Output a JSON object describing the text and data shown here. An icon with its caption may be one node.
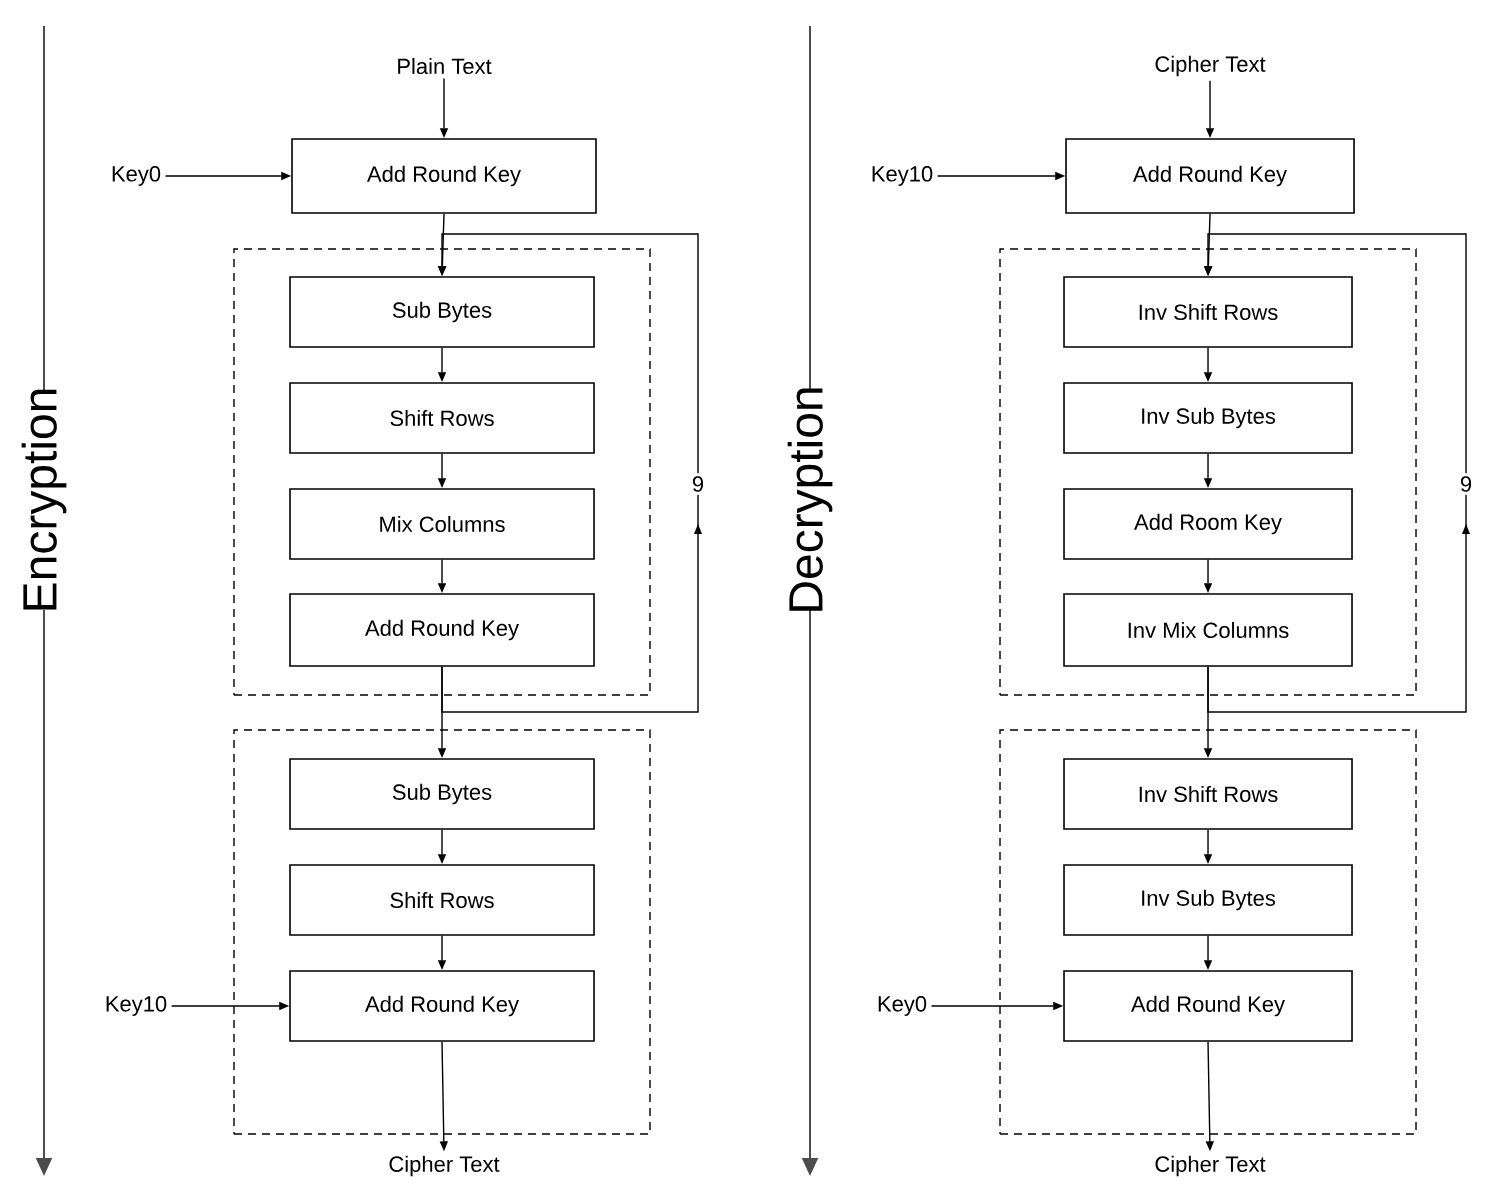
{
  "diagram": {
    "nodes": [
      {
        "text": [
          "Plain Text"
        ]
      },
      {
        "text": [
          "Key0"
        ]
      },
      {
        "text": [
          "Add Round Key"
        ]
      },
      {
        "text": [],
        "shape": "box"
      },
      {
        "text": [
          "Sub Bytes"
        ],
        "in": 3
      },
      {
        "text": [
          "Shift Rows"
        ],
        "in": 3
      },
      {
        "text": [
          "Mix Columns"
        ],
        "in": 3
      },
      {
        "text": [
          "Add Round Key"
        ],
        "in": 3
      },
      {
        "text": [],
        "shape": "box"
      },
      {
        "text": [
          "Sub Bytes"
        ],
        "in": 8
      },
      {
        "text": [
          "Shift Rows"
        ],
        "in": 8
      },
      {
        "text": [
          "Key10"
        ]
      },
      {
        "text": [
          "Add Round Key"
        ],
        "in": 8
      },
      {
        "text": [
          "Cipher Text"
        ]
      },
      {
        "text": [
          "Cipher Text"
        ]
      },
      {
        "text": [
          "Key10"
        ]
      },
      {
        "text": [
          "Add Round Key"
        ]
      },
      {
        "text": [],
        "shape": "box"
      },
      {
        "text": [
          "Inv Shift Rows"
        ],
        "in": 17
      },
      {
        "text": [
          "Inv Sub Bytes"
        ],
        "in": 17
      },
      {
        "text": [
          "Add Room Key"
        ],
        "in": 17
      },
      {
        "text": [
          "Inv Mix Columns"
        ],
        "in": 17
      },
      {
        "text": [],
        "shape": "box"
      },
      {
        "text": [
          "Inv Shift Rows"
        ],
        "in": 22
      },
      {
        "text": [
          "Inv Sub Bytes"
        ],
        "in": 22
      },
      {
        "text": [
          "Key0"
        ]
      },
      {
        "text": [
          "Add Round Key"
        ],
        "in": 22
      },
      {
        "text": [
          "Cipher Text"
        ]
      }
    ],
    "edges": [
      {
        "from": 0,
        "to": 2,
        "arrow": "to"
      },
      {
        "from": 1,
        "to": 2,
        "arrow": "to"
      },
      {
        "from": 2,
        "to": 4,
        "arrow": "to"
      },
      {
        "from": 4,
        "to": 5,
        "arrow": "to"
      },
      {
        "from": 5,
        "to": 6,
        "arrow": "to"
      },
      {
        "from": 6,
        "to": 7,
        "arrow": "to"
      },
      {
        "from": 7,
        "to": 9,
        "arrow": "to"
      },
      {
        "from": 7,
        "to": 4,
        "arrow": "to",
        "label": "9"
      },
      {
        "from": 9,
        "to": 10,
        "arrow": "to"
      },
      {
        "from": 10,
        "to": 12,
        "arrow": "to"
      },
      {
        "from": 11,
        "to": 12,
        "arrow": "to"
      },
      {
        "from": 12,
        "to": 13,
        "arrow": "to"
      },
      {
        "from": 14,
        "to": 16,
        "arrow": "to"
      },
      {
        "from": 15,
        "to": 16,
        "arrow": "to"
      },
      {
        "from": 16,
        "to": 18,
        "arrow": "to"
      },
      {
        "from": 18,
        "to": 19,
        "arrow": "to"
      },
      {
        "from": 19,
        "to": 20,
        "arrow": "to"
      },
      {
        "from": 20,
        "to": 21,
        "arrow": "to"
      },
      {
        "from": 21,
        "to": 23,
        "arrow": "to"
      },
      {
        "from": 21,
        "to": 18,
        "arrow": "to",
        "label": "9"
      },
      {
        "from": 23,
        "to": 24,
        "arrow": "to"
      },
      {
        "from": 24,
        "to": 26,
        "arrow": "to"
      },
      {
        "from": 25,
        "to": 26,
        "arrow": "to"
      },
      {
        "from": 26,
        "to": 27,
        "arrow": "to"
      }
    ],
    "labels": [
      "Encryption",
      "Decryption"
    ]
  }
}
